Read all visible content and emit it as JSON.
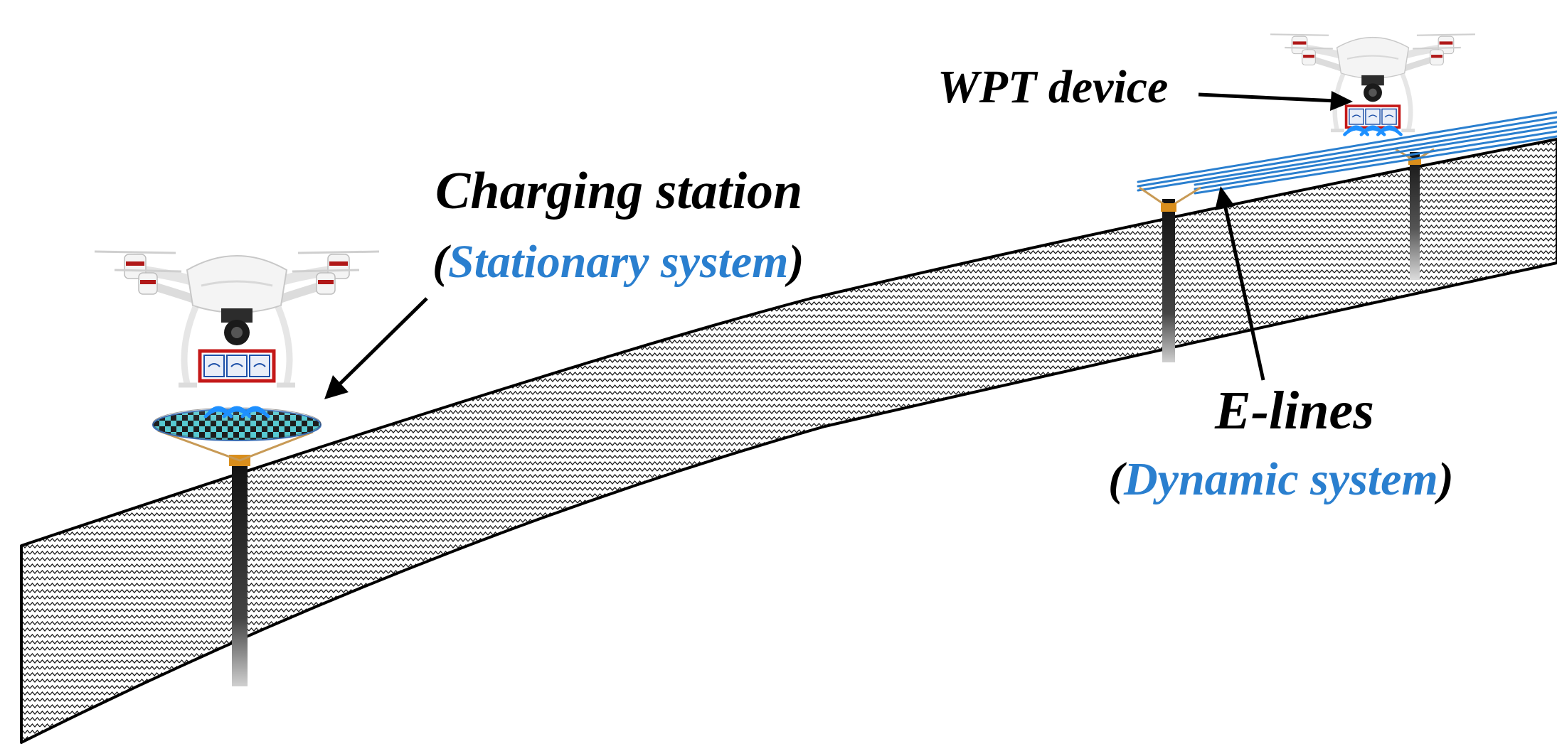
{
  "labels": {
    "charging_station": "Charging station",
    "stationary_open": "(",
    "stationary_system": "Stationary system",
    "stationary_close": ")",
    "wpt_device": "WPT device",
    "e_lines": "E-lines",
    "dynamic_open": "(",
    "dynamic_system": "Dynamic system",
    "dynamic_close": ")"
  },
  "colors": {
    "accent_blue": "#2a7fcf",
    "ground_outline": "#000000",
    "pole": "#3a3a3a",
    "drone_body": "#f2f2f2",
    "drone_stripe": "#b01818"
  },
  "icons": [
    "drone-icon",
    "wireless-signal-icon",
    "charging-pad-icon",
    "power-pole-icon"
  ]
}
